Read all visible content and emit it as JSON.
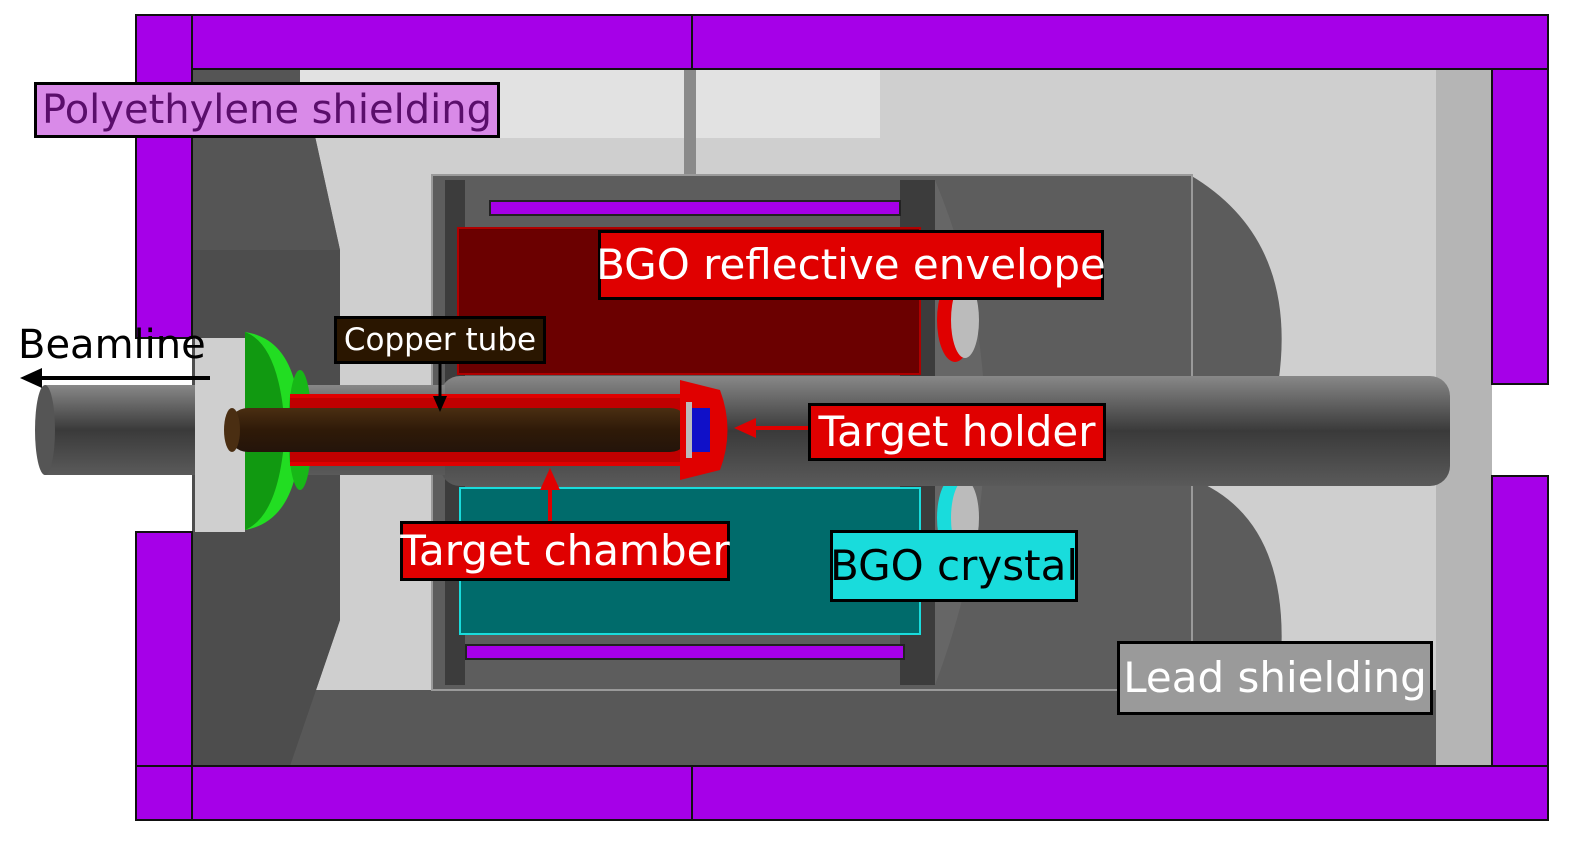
{
  "labels": {
    "polyethylene": "Polyethylene shielding",
    "envelope": "BGO reflective envelope",
    "copper": "Copper tube",
    "beamline": "Beamline",
    "holder": "Target holder",
    "chamber": "Target chamber",
    "bgo": "BGO crystal",
    "lead": "Lead shielding"
  },
  "colors": {
    "polyethylene": "#a600e8",
    "lead_light": "#cfcfcf",
    "lead_dark": "#4d4d4d",
    "envelope": "#6b0000",
    "bgo": "#006b6b",
    "copper": "#2f1a08",
    "chamber": "#e00000",
    "flange": "#22dd22",
    "holder_face": "#1010c8"
  }
}
